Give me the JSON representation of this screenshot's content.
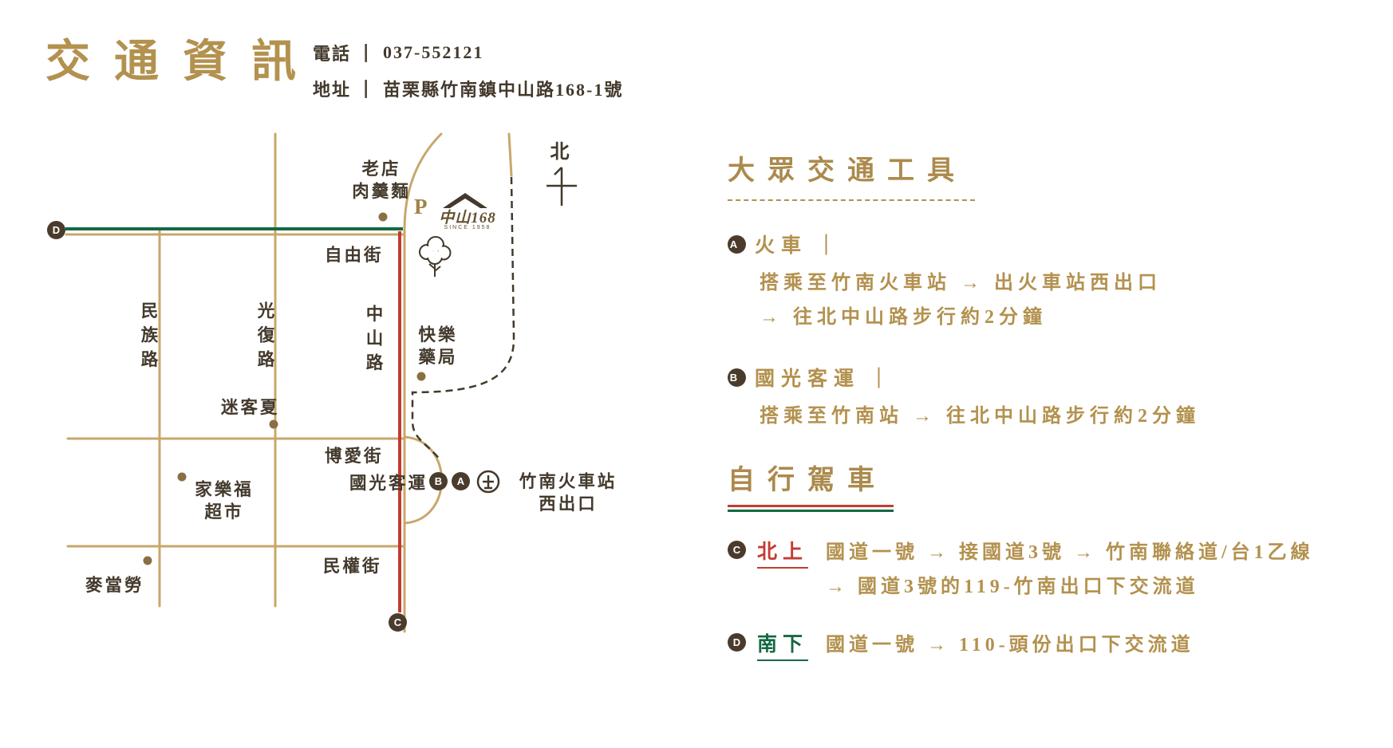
{
  "header": {
    "title": "交通資訊",
    "divider": "｜",
    "phone_label": "電話",
    "phone_value": "037-552121",
    "address_label": "地址",
    "address_value": "苗栗縣竹南鎮中山路168-1號"
  },
  "map": {
    "north_label": "北",
    "roads": {
      "ziyou": "自由街",
      "minzu": "民族路",
      "guangfu": "光復路",
      "zhongshan": "中山路",
      "boai": "博愛街",
      "minquan": "民權街"
    },
    "landmarks": {
      "noodle_shop": "老店\n肉羹麵",
      "parking_label": "P",
      "shop_name": "中山168",
      "shop_since": "SINCE 1958",
      "pharmacy": "快樂\n藥局",
      "milkshop": "迷客夏",
      "carrefour": "家樂福\n超市",
      "mcdonalds": "麥當勞",
      "bus_stop": "國光客運",
      "train_station": "竹南火車站\n西出口"
    },
    "markers": {
      "a": "A",
      "b": "B",
      "c": "C",
      "d": "D"
    }
  },
  "transit": {
    "heading": "大眾交通工具",
    "divider": "｜",
    "items": [
      {
        "marker": "A",
        "title": "火車",
        "lines": [
          "搭乘至竹南火車站 → 出火車站西出口",
          "→ 往北中山路步行約2分鐘"
        ]
      },
      {
        "marker": "B",
        "title": "國光客運",
        "lines": [
          "搭乘至竹南站 → 往北中山路步行約2分鐘"
        ]
      }
    ]
  },
  "driving": {
    "heading": "自行駕車",
    "items": [
      {
        "marker": "C",
        "direction": "北上",
        "lines": [
          "國道一號 → 接國道3號 → 竹南聯絡道/台1乙線",
          "→ 國道3號的119-竹南出口下交流道"
        ]
      },
      {
        "marker": "D",
        "direction": "南下",
        "lines": [
          "國道一號 → 110-頭份出口下交流道"
        ]
      }
    ]
  },
  "colors": {
    "heading_gold": "#ab8a4c",
    "text_gold": "#b3914e",
    "road_gold": "#c8a76b",
    "dark_brown": "#43392c",
    "marker_brown": "#4a3b2c",
    "route_red": "#c43b30",
    "route_green": "#156943"
  }
}
